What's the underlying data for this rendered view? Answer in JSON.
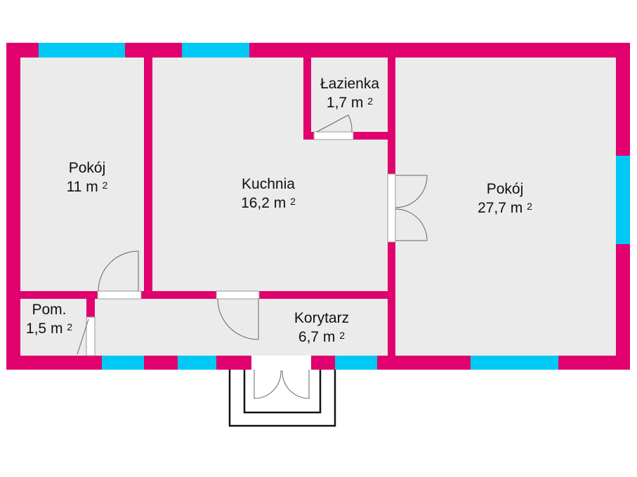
{
  "colors": {
    "wall": "#e0006e",
    "window": "#00c8f5",
    "floor": "#ebebeb",
    "door": "#ffffff"
  },
  "rooms": [
    {
      "name": "Pokój",
      "area": "11 m",
      "unit_exp": "2"
    },
    {
      "name": "Kuchnia",
      "area": "16,2 m",
      "unit_exp": "2"
    },
    {
      "name": "Łazienka",
      "area": "1,7 m",
      "unit_exp": "2"
    },
    {
      "name": "Pokój",
      "area": "27,7 m",
      "unit_exp": "2"
    },
    {
      "name": "Pom.",
      "area": "1,5 m",
      "unit_exp": "2"
    },
    {
      "name": "Korytarz",
      "area": "6,7 m",
      "unit_exp": "2"
    }
  ]
}
